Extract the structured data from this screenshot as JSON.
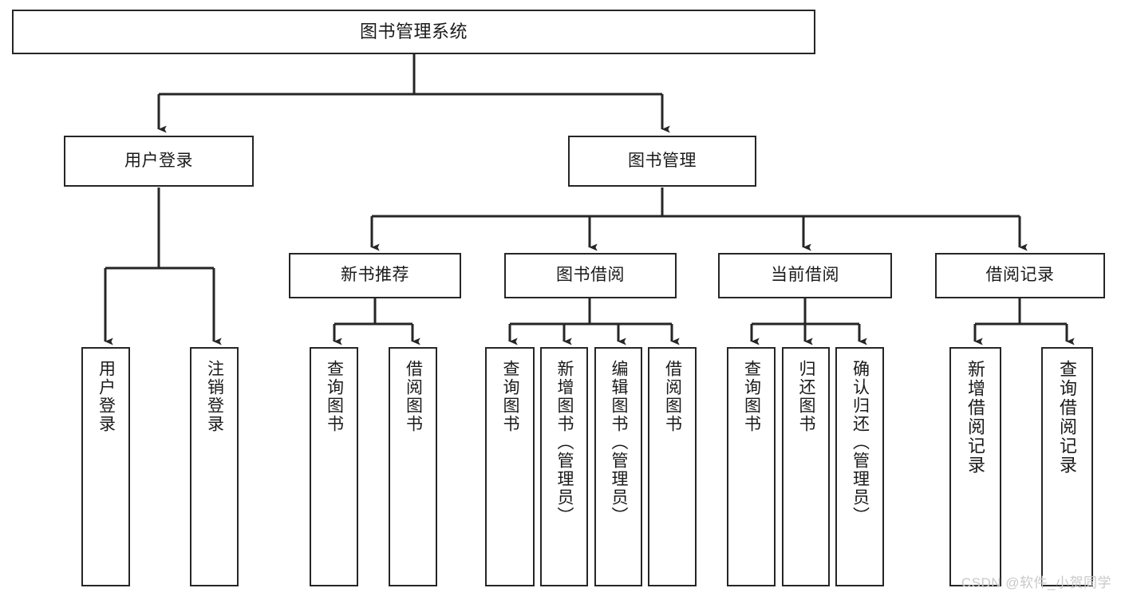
{
  "diagram": {
    "title": "图书管理系统",
    "type": "tree",
    "watermark": "CSDN @软件_小贺同学",
    "line_color": "#262626",
    "box_fill": "#ffffff",
    "text_color": "#1a1a1a",
    "nodes": {
      "root": {
        "label": "图书管理系统"
      },
      "level1": [
        {
          "id": "user-login",
          "label": "用户登录"
        },
        {
          "id": "book-manage",
          "label": "图书管理"
        }
      ],
      "level2": [
        {
          "id": "new-book-recommend",
          "label": "新书推荐",
          "parent": "book-manage"
        },
        {
          "id": "book-borrow",
          "label": "图书借阅",
          "parent": "book-manage"
        },
        {
          "id": "current-borrow",
          "label": "当前借阅",
          "parent": "book-manage"
        },
        {
          "id": "borrow-record",
          "label": "借阅记录",
          "parent": "book-manage"
        }
      ],
      "leaves": {
        "user-login": [
          {
            "id": "leaf-user-login",
            "label": "用户登录"
          },
          {
            "id": "leaf-logout-login",
            "label": "注销登录"
          }
        ],
        "new-book-recommend": [
          {
            "id": "leaf-query-book-1",
            "label": "查询图书"
          },
          {
            "id": "leaf-borrow-book-1",
            "label": "借阅图书"
          }
        ],
        "book-borrow": [
          {
            "id": "leaf-query-book-2",
            "label": "查询图书"
          },
          {
            "id": "leaf-add-book",
            "label": "新增图书（管理员）"
          },
          {
            "id": "leaf-edit-book",
            "label": "编辑图书（管理员）"
          },
          {
            "id": "leaf-borrow-book-2",
            "label": "借阅图书"
          }
        ],
        "current-borrow": [
          {
            "id": "leaf-query-book-3",
            "label": "查询图书"
          },
          {
            "id": "leaf-return-book",
            "label": "归还图书"
          },
          {
            "id": "leaf-confirm-return",
            "label": "确认归还（管理员）"
          }
        ],
        "borrow-record": [
          {
            "id": "leaf-add-record",
            "label": "新增借阅记录"
          },
          {
            "id": "leaf-query-record",
            "label": "查询借阅记录"
          }
        ]
      }
    }
  }
}
